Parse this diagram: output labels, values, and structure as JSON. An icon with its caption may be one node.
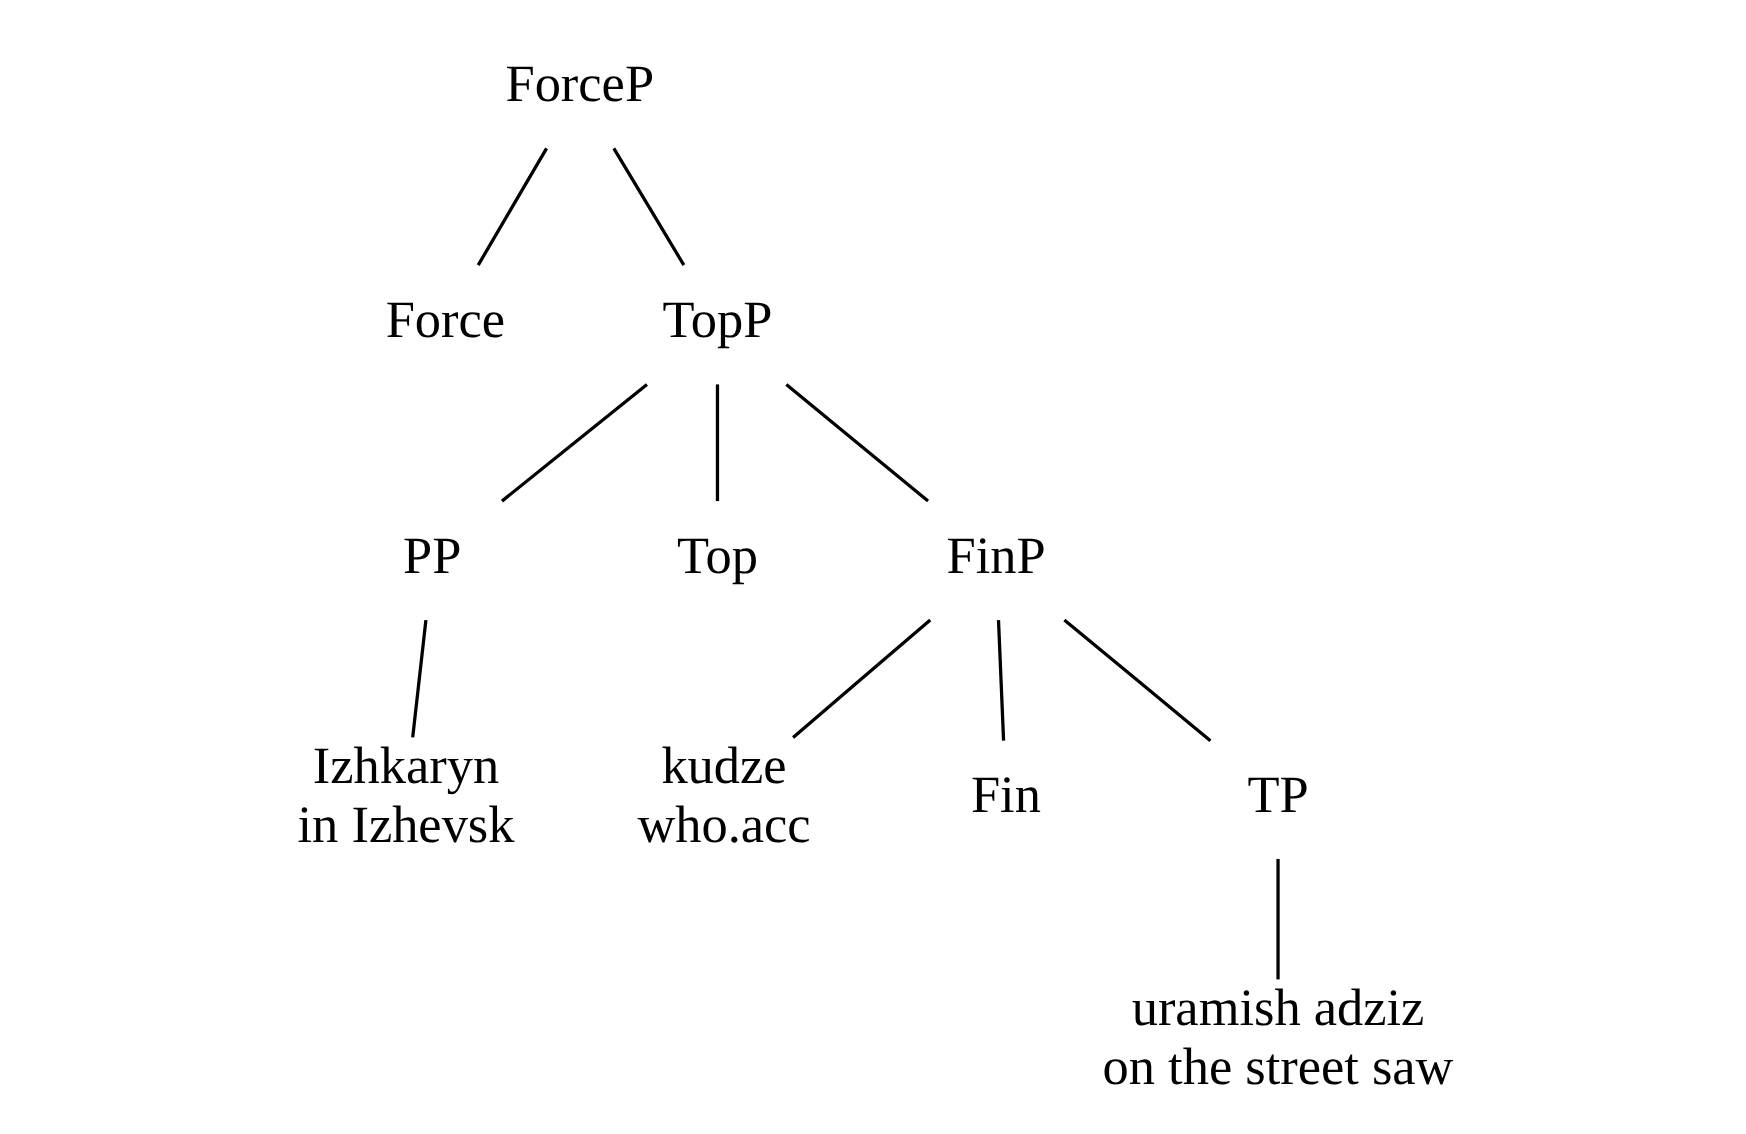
{
  "diagram": {
    "nodes": [
      {
        "text": [
          "ForceP"
        ]
      },
      {
        "text": [
          "Force"
        ]
      },
      {
        "text": [
          "TopP"
        ]
      },
      {
        "text": [
          "PP"
        ]
      },
      {
        "text": [
          "Izhkaryn",
          "in Izhevsk"
        ]
      },
      {
        "text": [
          "Top"
        ]
      },
      {
        "text": [
          "FinP"
        ]
      },
      {
        "text": [
          "kudze",
          "who.acc"
        ]
      },
      {
        "text": [
          "Fin"
        ]
      },
      {
        "text": [
          "TP"
        ]
      },
      {
        "text": [
          "uramish adziz",
          "on the street saw"
        ]
      }
    ],
    "edges": [
      {
        "from": 0,
        "to": 1,
        "arrow": "none"
      },
      {
        "from": 0,
        "to": 2,
        "arrow": "none"
      },
      {
        "from": 2,
        "to": 3,
        "arrow": "none"
      },
      {
        "from": 3,
        "to": 4,
        "arrow": "none"
      },
      {
        "from": 2,
        "to": 5,
        "arrow": "none"
      },
      {
        "from": 2,
        "to": 6,
        "arrow": "none"
      },
      {
        "from": 6,
        "to": 7,
        "arrow": "none"
      },
      {
        "from": 6,
        "to": 8,
        "arrow": "none"
      },
      {
        "from": 6,
        "to": 9,
        "arrow": "none"
      },
      {
        "from": 9,
        "to": 10,
        "arrow": "none"
      }
    ]
  }
}
